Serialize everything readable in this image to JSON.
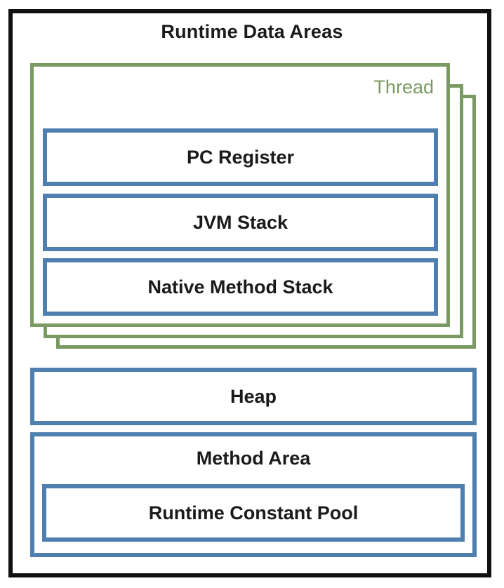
{
  "diagram": {
    "title": "Runtime Data Areas",
    "thread_label": "Thread",
    "thread_areas": [
      "PC Register",
      "JVM Stack",
      "Native Method Stack"
    ],
    "shared_areas": {
      "heap": "Heap",
      "method_area": "Method Area",
      "runtime_constant_pool": "Runtime Constant Pool"
    },
    "colors": {
      "outer_border": "#111111",
      "thread_border": "#7a9a62",
      "area_border": "#4f7fae",
      "text": "#1a1a1a"
    }
  }
}
